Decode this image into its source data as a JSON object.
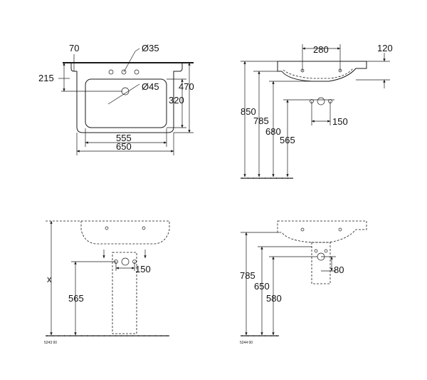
{
  "top_view": {
    "dim_70": "70",
    "dim_215": "215",
    "dim_hole_35": "Ø35",
    "dim_hole_45": "Ø45",
    "dim_470": "470",
    "dim_320": "320",
    "dim_555": "555",
    "dim_650": "650"
  },
  "side_view": {
    "dim_280": "280",
    "dim_120": "120",
    "dim_850": "850",
    "dim_785": "785",
    "dim_680": "680",
    "dim_565": "565",
    "dim_150": "150"
  },
  "pedestal_view": {
    "dim_x": "x",
    "dim_565": "565",
    "dim_150": "150",
    "code": "5243 00"
  },
  "semi_pedestal_view": {
    "dim_785": "785",
    "dim_650": "650",
    "dim_580": "580",
    "dim_80": "80",
    "code": "5244 00"
  }
}
